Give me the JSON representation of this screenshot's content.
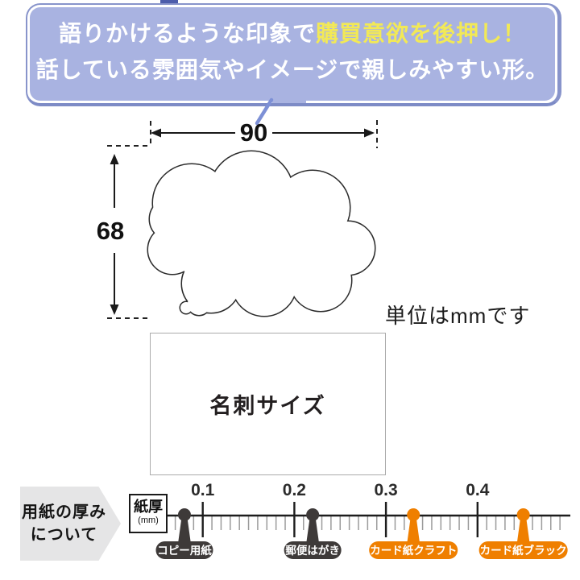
{
  "banner": {
    "line1_prefix": "語りかけるような印象で",
    "line1_highlight": "購買意欲を後押し！",
    "line2": "話している雰囲気やイメージで親しみやすい形。",
    "fill_color": "#a9b3e1",
    "border_color": "#8894cb",
    "highlight_color": "#f2e956",
    "text_color": "#ffffff"
  },
  "diagram": {
    "width_mm": "90",
    "height_mm": "68",
    "unit_note": "単位はmmです",
    "card_label": "名刺サイズ",
    "shape": "speech-bubble-cloud"
  },
  "thickness": {
    "heading_line1": "用紙の厚み",
    "heading_line2": "について",
    "axis_box_line1": "紙厚",
    "axis_box_line2": "(mm)"
  },
  "chart_data": {
    "type": "scatter",
    "title": "用紙の厚みについて",
    "xlabel": "紙厚(mm)",
    "ticks": [
      0.1,
      0.2,
      0.3,
      0.4
    ],
    "tick_labels": [
      "0.1",
      "0.2",
      "0.3",
      "0.4"
    ],
    "minor_step": 0.01,
    "range": [
      0.07,
      0.5
    ],
    "grid": false,
    "markers": [
      {
        "label": "コピー用紙",
        "value": 0.08,
        "color": "#3e3a39"
      },
      {
        "label": "郵便はがき",
        "value": 0.22,
        "color": "#3e3a39"
      },
      {
        "label": "カード紙クラフト",
        "value": 0.33,
        "color": "#ef7f00"
      },
      {
        "label": "カード紙ブラック",
        "value": 0.45,
        "color": "#ef7f00"
      }
    ]
  }
}
